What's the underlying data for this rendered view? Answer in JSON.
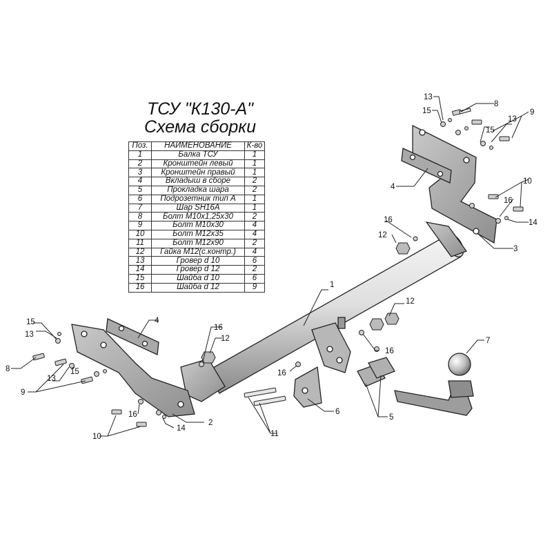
{
  "title": "ТСУ \"К130-А\"",
  "subtitle": "Схема сборки",
  "table": {
    "headers": [
      "Поз.",
      "НАИМЕНОВАНИЕ",
      "К-во"
    ],
    "rows": [
      [
        "1",
        "Балка ТСУ",
        "1"
      ],
      [
        "2",
        "Кронштейн левый",
        "1"
      ],
      [
        "3",
        "Кронштейн правый",
        "1"
      ],
      [
        "4",
        "Вкладыш в сборе",
        "2"
      ],
      [
        "5",
        "Прокладка шара",
        "2"
      ],
      [
        "6",
        "Подрозетник тип А",
        "1"
      ],
      [
        "7",
        "Шар SH16A",
        "1"
      ],
      [
        "8",
        "Болт М10х1,25х30",
        "2"
      ],
      [
        "9",
        "Болт М10х30",
        "4"
      ],
      [
        "10",
        "Болт М12х35",
        "4"
      ],
      [
        "11",
        "Болт М12х90",
        "2"
      ],
      [
        "12",
        "Гайка М12(с.контр.)",
        "4"
      ],
      [
        "13",
        "Гровер d 10",
        "6"
      ],
      [
        "14",
        "Гровер d 12",
        "2"
      ],
      [
        "15",
        "Шайба d 10",
        "6"
      ],
      [
        "16",
        "Шайба d 12",
        "9"
      ]
    ]
  },
  "callouts": {
    "c1": "1",
    "c2": "2",
    "c3": "3",
    "c4a": "4",
    "c4b": "4",
    "c5": "5",
    "c6": "6",
    "c7": "7",
    "c8a": "8",
    "c8b": "8",
    "c9a": "9",
    "c9b": "9",
    "c10a": "10",
    "c10b": "10",
    "c11": "11",
    "c12a": "12",
    "c12b": "12",
    "c12c": "12",
    "c13a": "13",
    "c13b": "13",
    "c13c": "13",
    "c13d": "13",
    "c14a": "14",
    "c14b": "14",
    "c15a": "15",
    "c15b": "15",
    "c15c": "15",
    "c15d": "15",
    "c16a": "16",
    "c16b": "16",
    "c16c": "16",
    "c16d": "16",
    "c16e": "16",
    "c16f": "16"
  }
}
